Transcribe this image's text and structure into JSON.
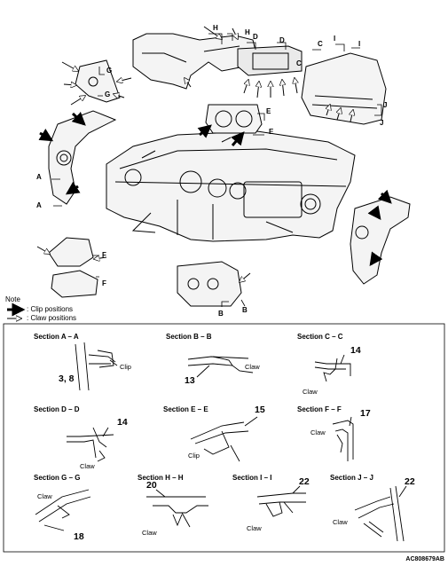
{
  "section_letters": {
    "A": "A",
    "B": "B",
    "C": "C",
    "D": "D",
    "E": "E",
    "F": "F",
    "G": "G",
    "H": "H",
    "I": "I",
    "J": "J"
  },
  "note": {
    "title": "Note",
    "clip": ": Clip positions",
    "claw": ": Claw positions"
  },
  "sections": [
    {
      "title": "Section A – A",
      "labels": [
        "Clip"
      ],
      "numbers": [
        "3, 8"
      ]
    },
    {
      "title": "Section B – B",
      "labels": [
        "Claw"
      ],
      "numbers": [
        "13"
      ]
    },
    {
      "title": "Section C – C",
      "labels": [
        "Claw"
      ],
      "numbers": [
        "14"
      ]
    },
    {
      "title": "Section D – D",
      "labels": [
        "Claw"
      ],
      "numbers": [
        "14"
      ]
    },
    {
      "title": "Section E – E",
      "labels": [
        "Clip"
      ],
      "numbers": [
        "15"
      ]
    },
    {
      "title": "Section F – F",
      "labels": [
        "Claw"
      ],
      "numbers": [
        "17"
      ]
    },
    {
      "title": "Section G – G",
      "labels": [
        "Claw"
      ],
      "numbers": [
        "18"
      ]
    },
    {
      "title": "Section H – H",
      "labels": [
        "Claw"
      ],
      "numbers": [
        "20"
      ]
    },
    {
      "title": "Section I – I",
      "labels": [
        "Claw"
      ],
      "numbers": [
        "22"
      ]
    },
    {
      "title": "Section J – J",
      "labels": [
        "Claw"
      ],
      "numbers": [
        "22"
      ]
    }
  ],
  "figure_code": "AC808679AB"
}
